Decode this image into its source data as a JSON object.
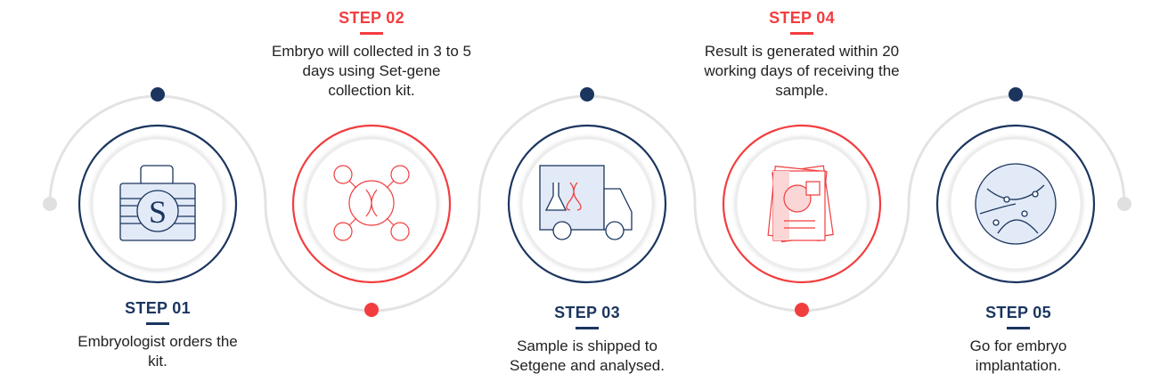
{
  "colors": {
    "navy": "#1b355f",
    "red": "#f23d3f",
    "gray": "#e3e3e3"
  },
  "steps": [
    {
      "title": "STEP 01",
      "desc": "Embryologist orders the kit.",
      "icon": "briefcase-dna-icon"
    },
    {
      "title": "STEP 02",
      "desc": "Embryo will collected in 3 to 5 days using Set-gene collection kit.",
      "icon": "dna-network-icon"
    },
    {
      "title": "STEP 03",
      "desc": "Sample is shipped to Setgene and analysed.",
      "icon": "delivery-truck-icon"
    },
    {
      "title": "STEP 04",
      "desc": "Result is generated within 20 working days of receiving the sample.",
      "icon": "report-chart-icon"
    },
    {
      "title": "STEP 05",
      "desc": "Go for embryo implantation.",
      "icon": "embryo-icon"
    }
  ]
}
